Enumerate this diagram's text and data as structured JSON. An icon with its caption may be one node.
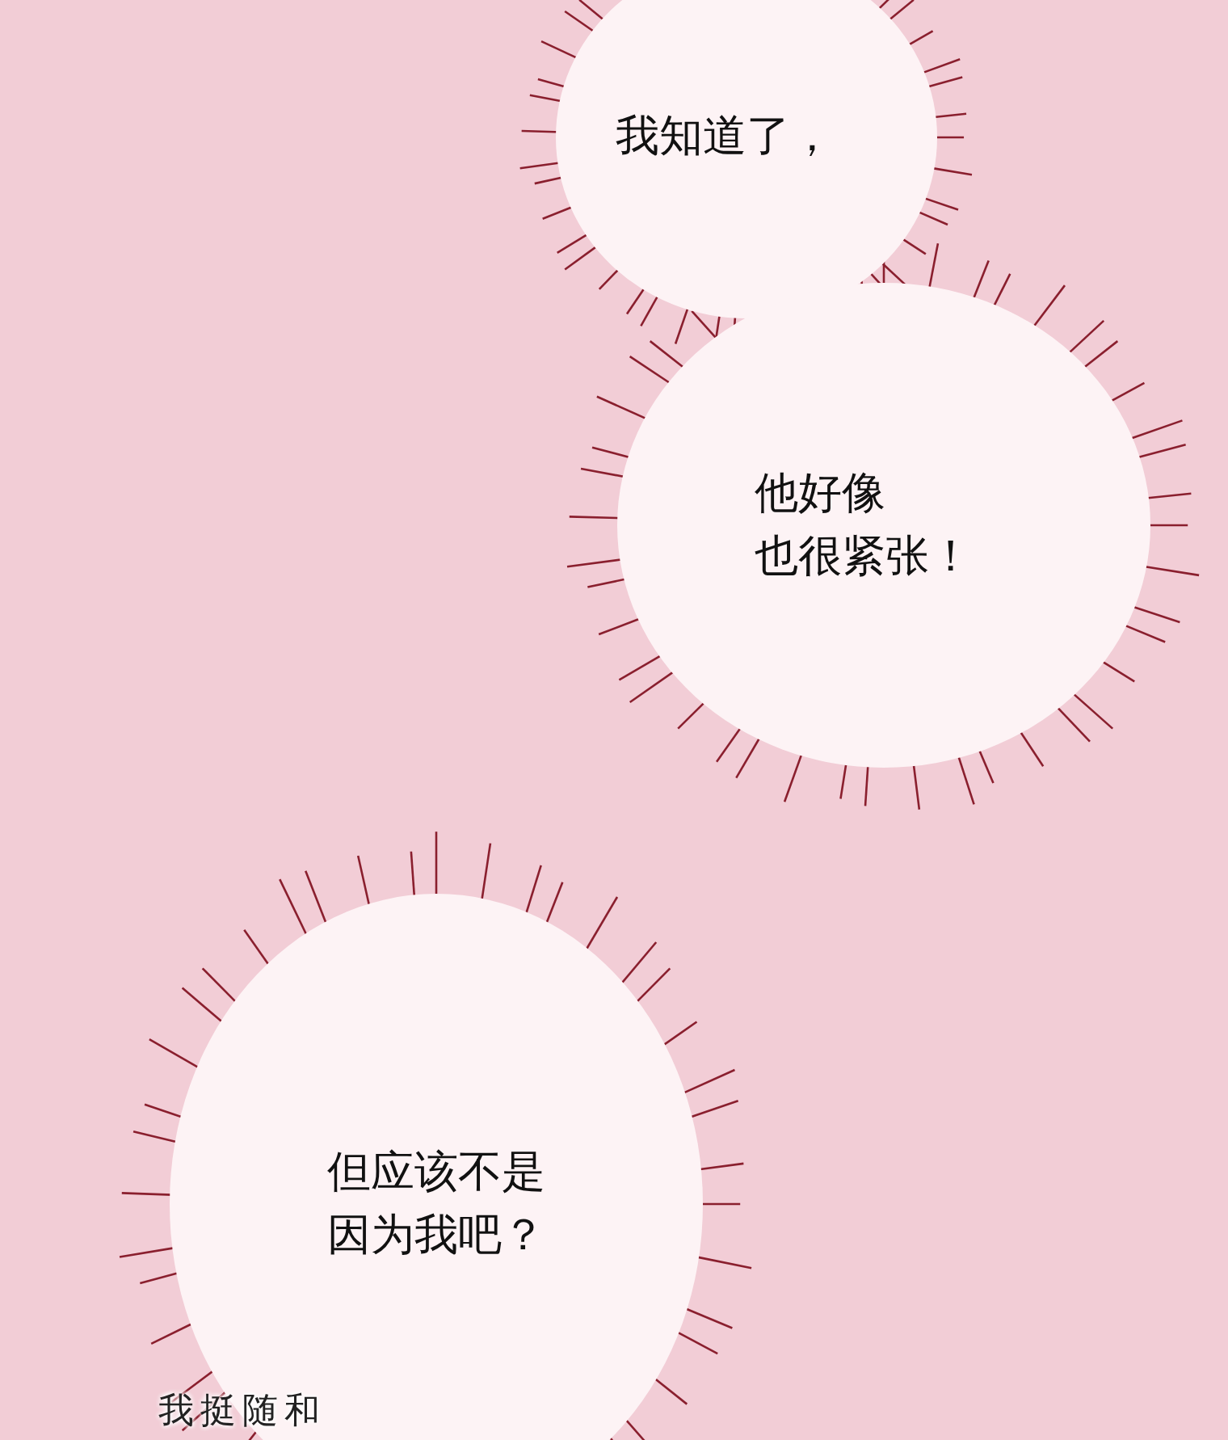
{
  "diagram": {
    "nodes": [
      {
        "text": [
          "我知道了，"
        ]
      },
      {
        "text": [
          "他好像也很紧张！"
        ]
      },
      {
        "text": [
          "但应该不是因为我吧？"
        ]
      }
    ],
    "labels": [
      "我挺随和"
    ]
  }
}
